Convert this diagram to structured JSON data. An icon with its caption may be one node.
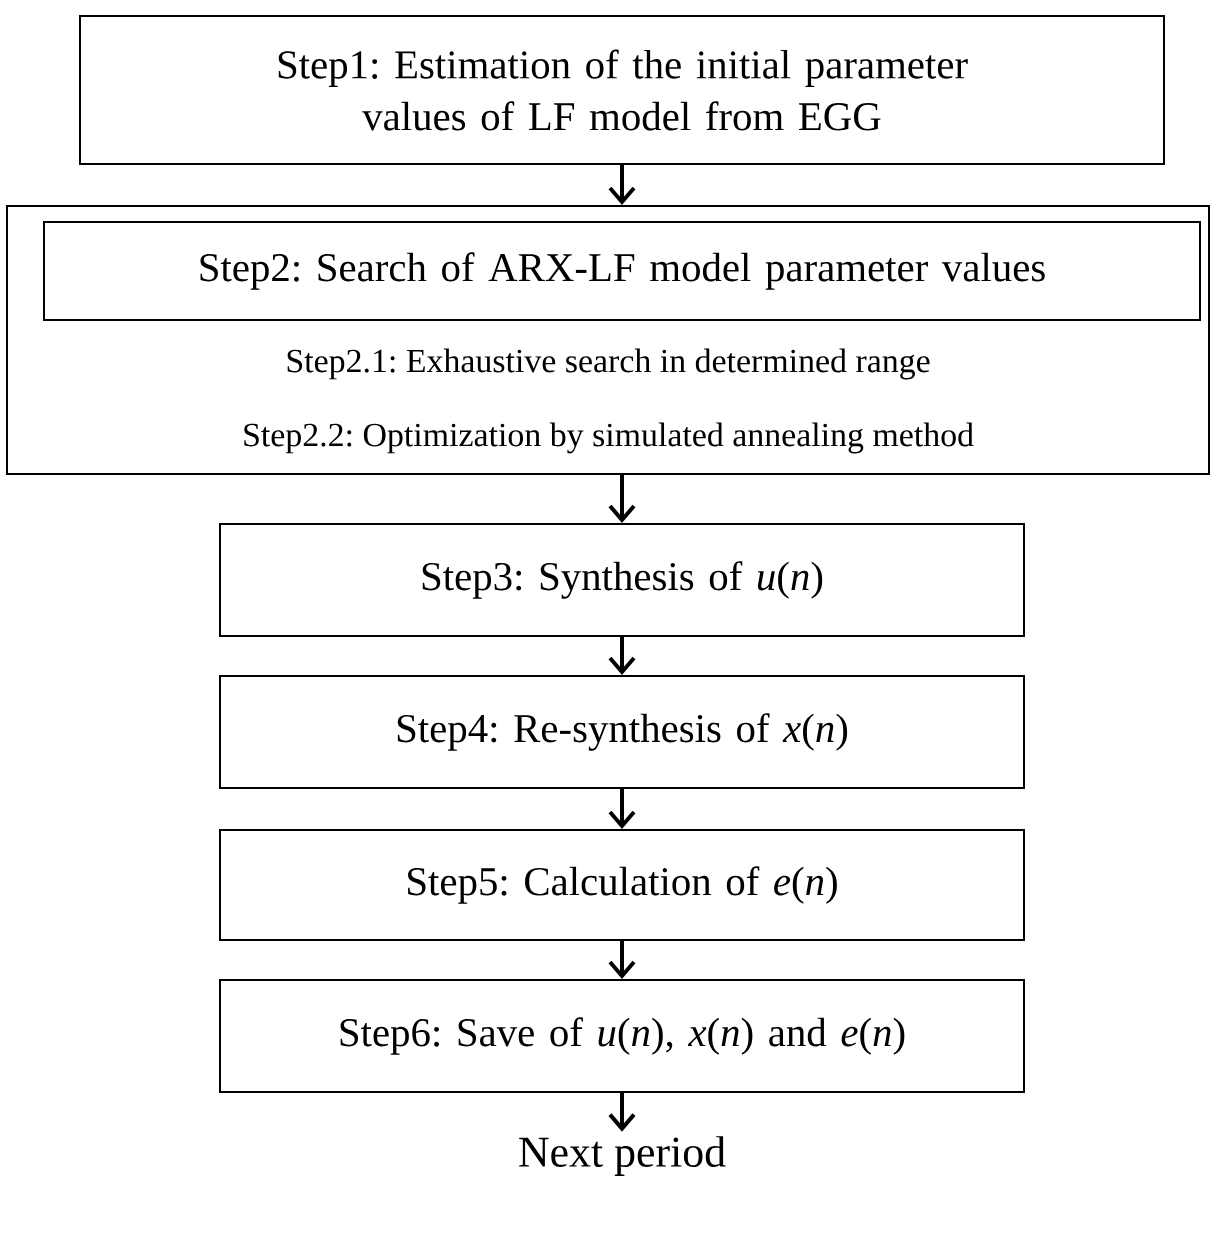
{
  "diagram": {
    "nodes": [
      {
        "text": [
          "Step1: Estimation of the initial parameter values of LF model from EGG"
        ]
      },
      {
        "text": [
          "Step2.1: Exhaustive search in determined range",
          "Step2.2: Optimization by simulated annealing method"
        ]
      },
      {
        "text": [
          "Step2: Search of  ARX-LF model parameter values"
        ],
        "in": 1
      },
      {
        "text": [
          "Step3: Synthesis of *u*(*n*)"
        ]
      },
      {
        "text": [
          "Step4: Re-synthesis of *x*(*n*)"
        ]
      },
      {
        "text": [
          "Step5: Calculation of *e*(*n*)"
        ]
      },
      {
        "text": [
          "Step6: Save of *u*(*n*), *x*(*n*) and *e*(*n*)"
        ]
      },
      {
        "text": [
          "Next period"
        ]
      }
    ],
    "edges": [
      {
        "from": 0,
        "to": 1,
        "arrow": "to"
      },
      {
        "from": 1,
        "to": 3,
        "arrow": "to"
      },
      {
        "from": 3,
        "to": 4,
        "arrow": "to"
      },
      {
        "from": 4,
        "to": 5,
        "arrow": "to"
      },
      {
        "from": 5,
        "to": 6,
        "arrow": "to"
      },
      {
        "from": 6,
        "to": 7,
        "arrow": "to"
      }
    ]
  }
}
